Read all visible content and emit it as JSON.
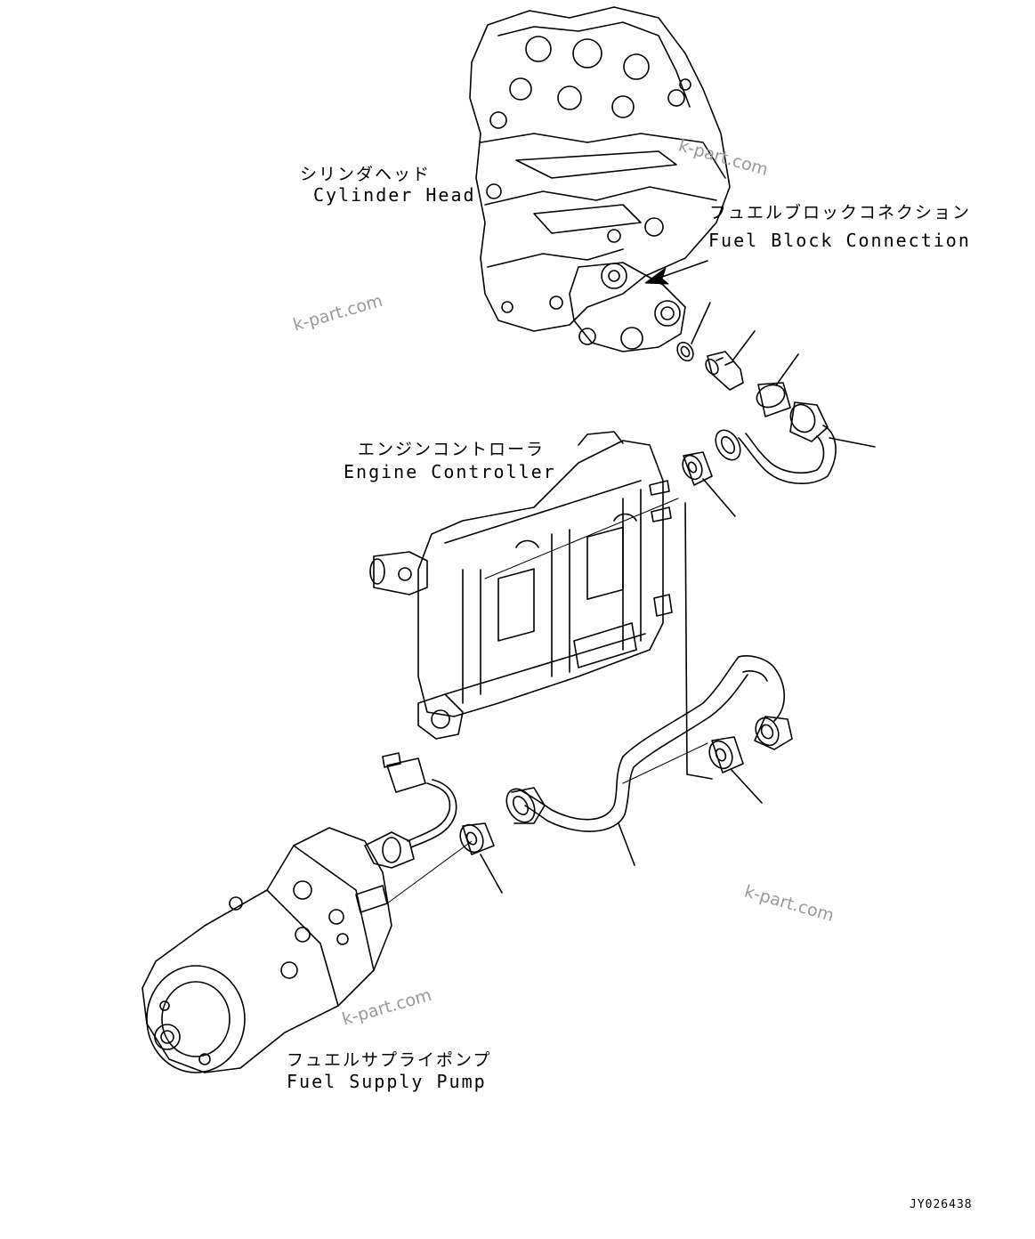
{
  "labels": {
    "cylinder_head": {
      "jp": "シリンダヘッド",
      "en": "Cylinder Head"
    },
    "fuel_block_connection": {
      "jp": "フュエルブロックコネクション",
      "en": "Fuel Block Connection"
    },
    "engine_controller": {
      "jp": "エンジンコントローラ",
      "en": "Engine Controller"
    },
    "fuel_supply_pump": {
      "jp": "フュエルサプライポンプ",
      "en": "Fuel Supply Pump"
    }
  },
  "watermarks": [
    "k-part.com",
    "k-part.com",
    "k-part.com",
    "k-part.com"
  ],
  "drawing_code": "JY026438",
  "colors": {
    "line": "#000000",
    "watermark": "#9a9a9a",
    "background": "#ffffff"
  }
}
